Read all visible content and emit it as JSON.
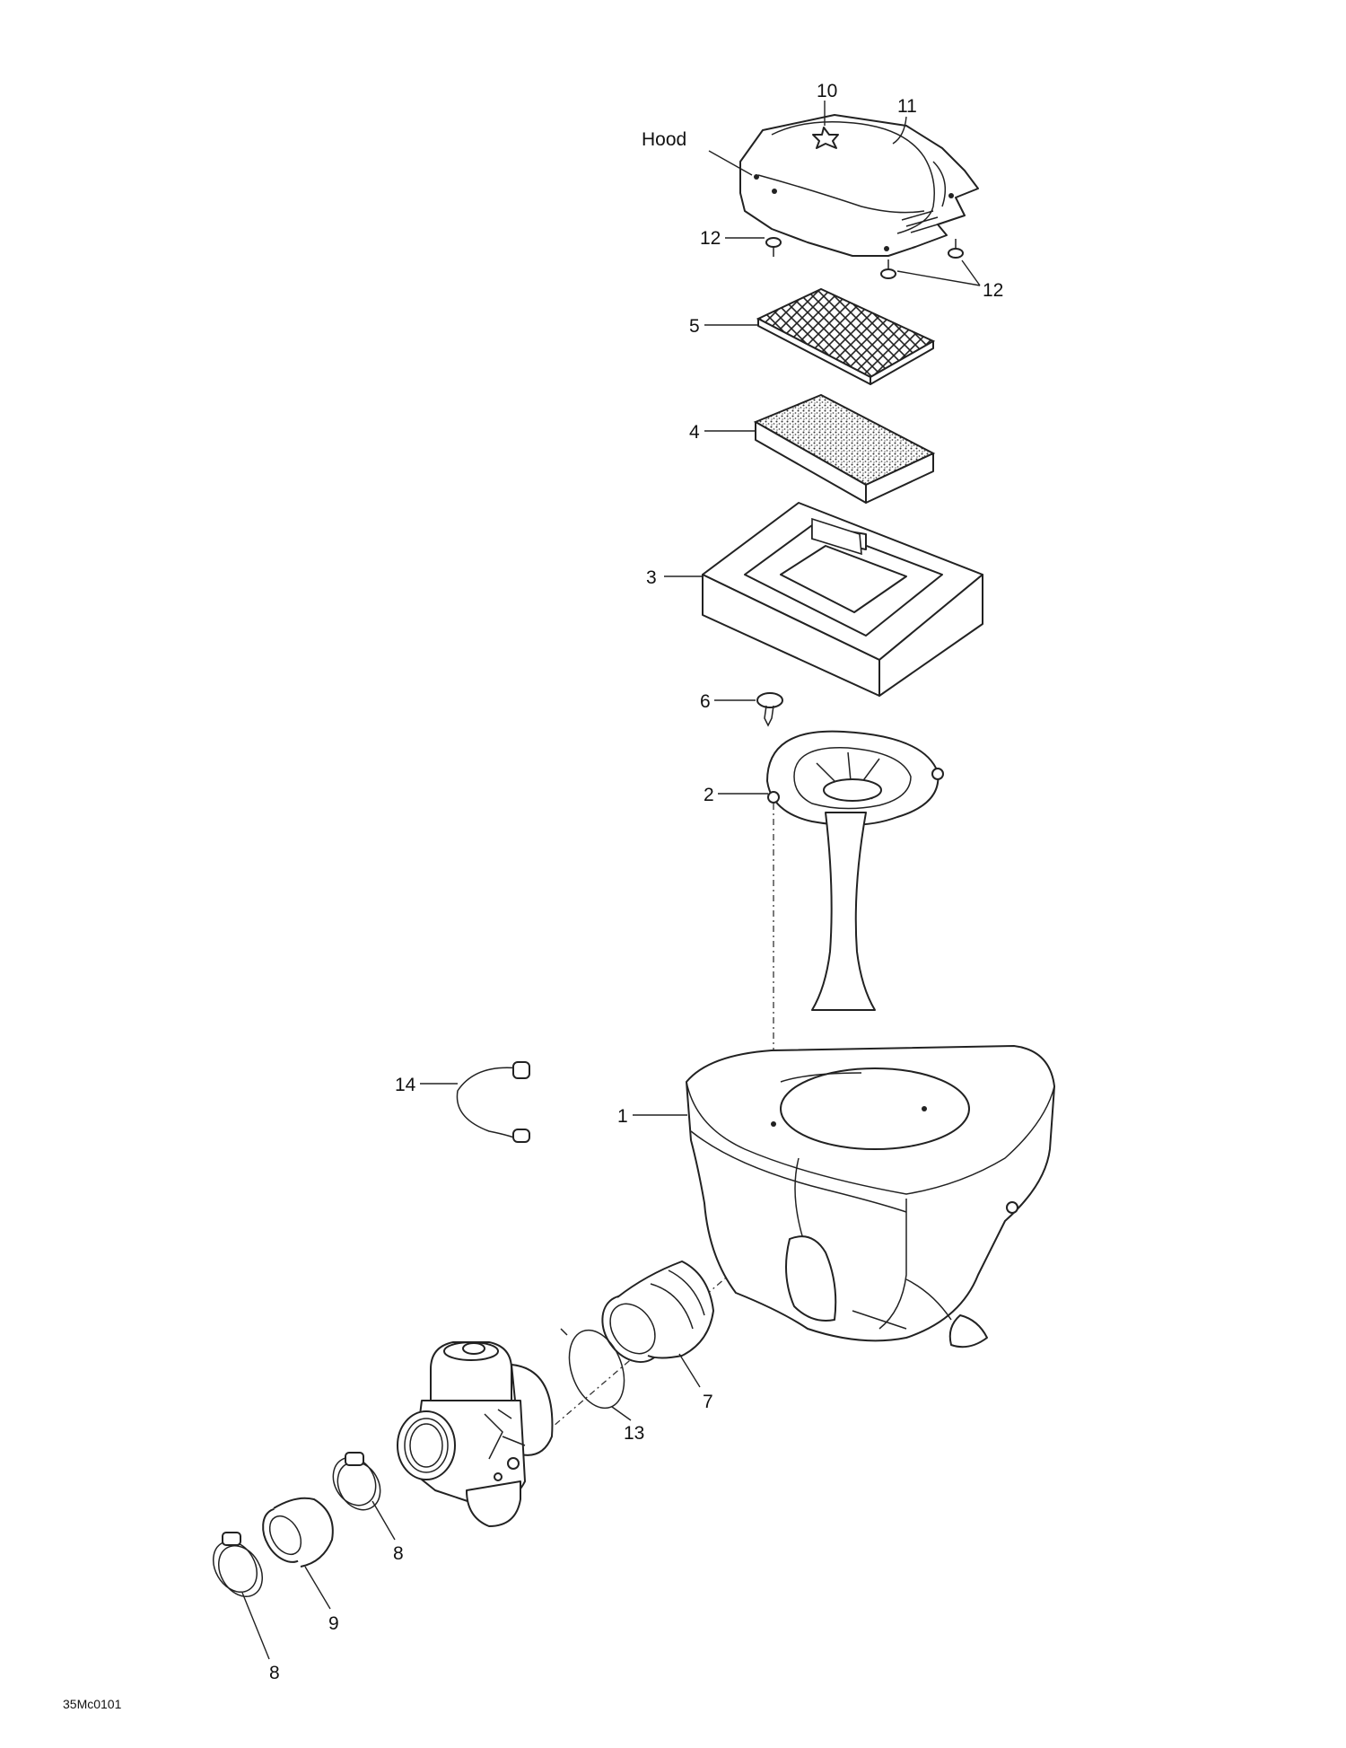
{
  "labels": {
    "hood": "Hood",
    "n10": "10",
    "n11": "11",
    "n12a": "12",
    "n12b": "12",
    "n5": "5",
    "n4": "4",
    "n3": "3",
    "n6": "6",
    "n2": "2",
    "n14": "14",
    "n1": "1",
    "n7": "7",
    "n13": "13",
    "n8a": "8",
    "n9": "9",
    "n8b": "8"
  },
  "reference_code": "35Mc0101"
}
